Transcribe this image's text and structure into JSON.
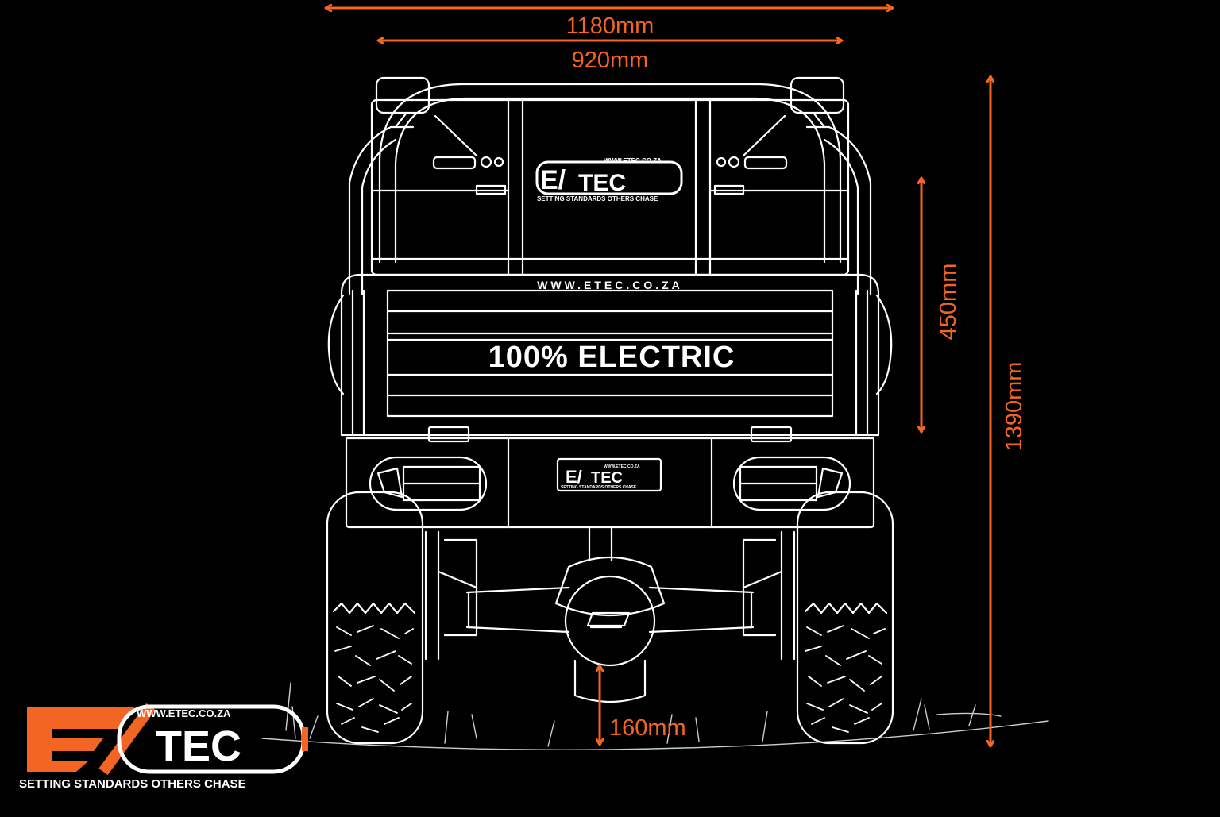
{
  "dimensions": {
    "overall_width": "1180mm",
    "track_width": "920mm",
    "bed_height": "450mm",
    "overall_height": "1390mm",
    "ground_clearance": "160mm"
  },
  "vehicle": {
    "cab_logo_url": "WWW.ETEC.CO.ZA",
    "cab_logo_brand": "TEC",
    "cab_logo_tagline": "SETTING STANDARDS OTHERS CHASE",
    "bed_url": "WWW.ETEC.CO.ZA",
    "tailgate_text": "100% ELECTRIC",
    "plate_url": "WWW.ETEC.CO.ZA",
    "plate_brand": "TEC",
    "plate_tagline": "SETTING STANDARDS OTHERS CHASE"
  },
  "brand": {
    "url": "WWW.ETEC.CO.ZA",
    "tagline": "SETTING STANDARDS OTHERS CHASE",
    "accent_color": "#f26522",
    "line_color": "#ffffff",
    "background_color": "#000000"
  }
}
